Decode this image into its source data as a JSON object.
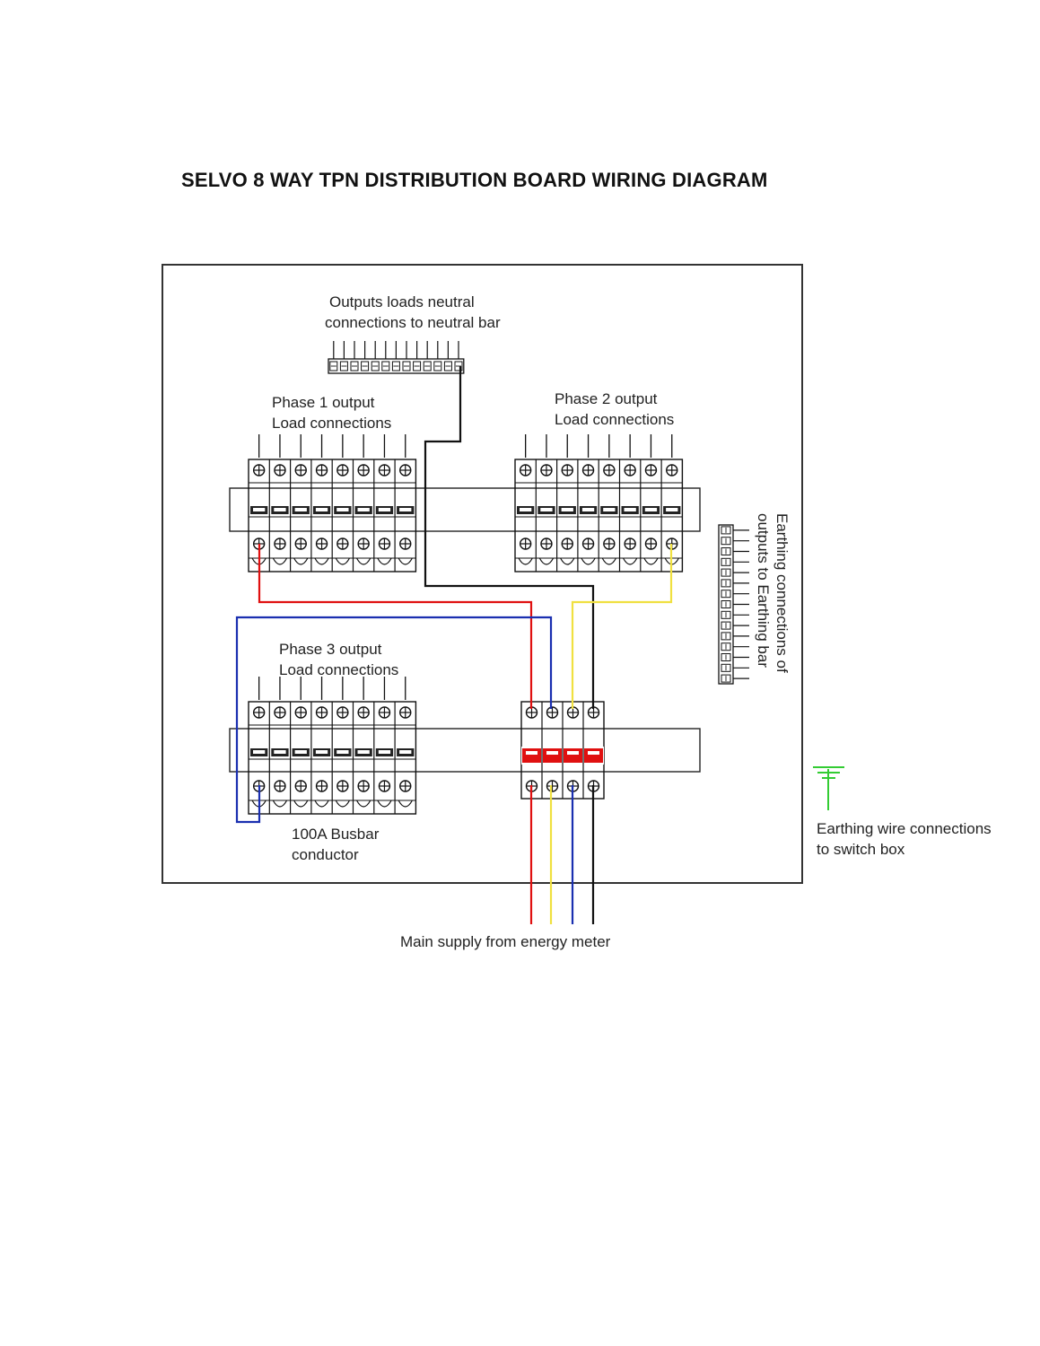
{
  "title": "SELVO 8 WAY TPN DISTRIBUTION BOARD WIRING DIAGRAM",
  "labels": {
    "neutral_bar_line1": "Outputs loads neutral",
    "neutral_bar_line2": "connections to neutral bar",
    "phase1_line1": "Phase 1 output",
    "phase1_line2": "Load connections",
    "phase2_line1": "Phase 2 output",
    "phase2_line2": "Load connections",
    "phase3_line1": "Phase 3 output",
    "phase3_line2": "Load connections",
    "busbar_line1": "100A Busbar",
    "busbar_line2": "conductor",
    "earth_bar_line1": "Earthing connections of",
    "earth_bar_line2": "outputs to Earthing bar",
    "earth_wire_line1": "Earthing wire connections",
    "earth_wire_line2": "to switch box",
    "main_supply": "Main supply from energy meter"
  },
  "colors": {
    "phase1_wire": "#e01010",
    "phase2_wire": "#f0e040",
    "phase3_wire": "#1a2fb0",
    "neutral_wire": "#111111",
    "earth_symbol": "#33cc33",
    "main_switch_band": "#e01010"
  },
  "breaker_groups": {
    "phase1_ways": 8,
    "phase2_ways": 8,
    "phase3_ways": 8,
    "main_switch_poles": 4
  }
}
